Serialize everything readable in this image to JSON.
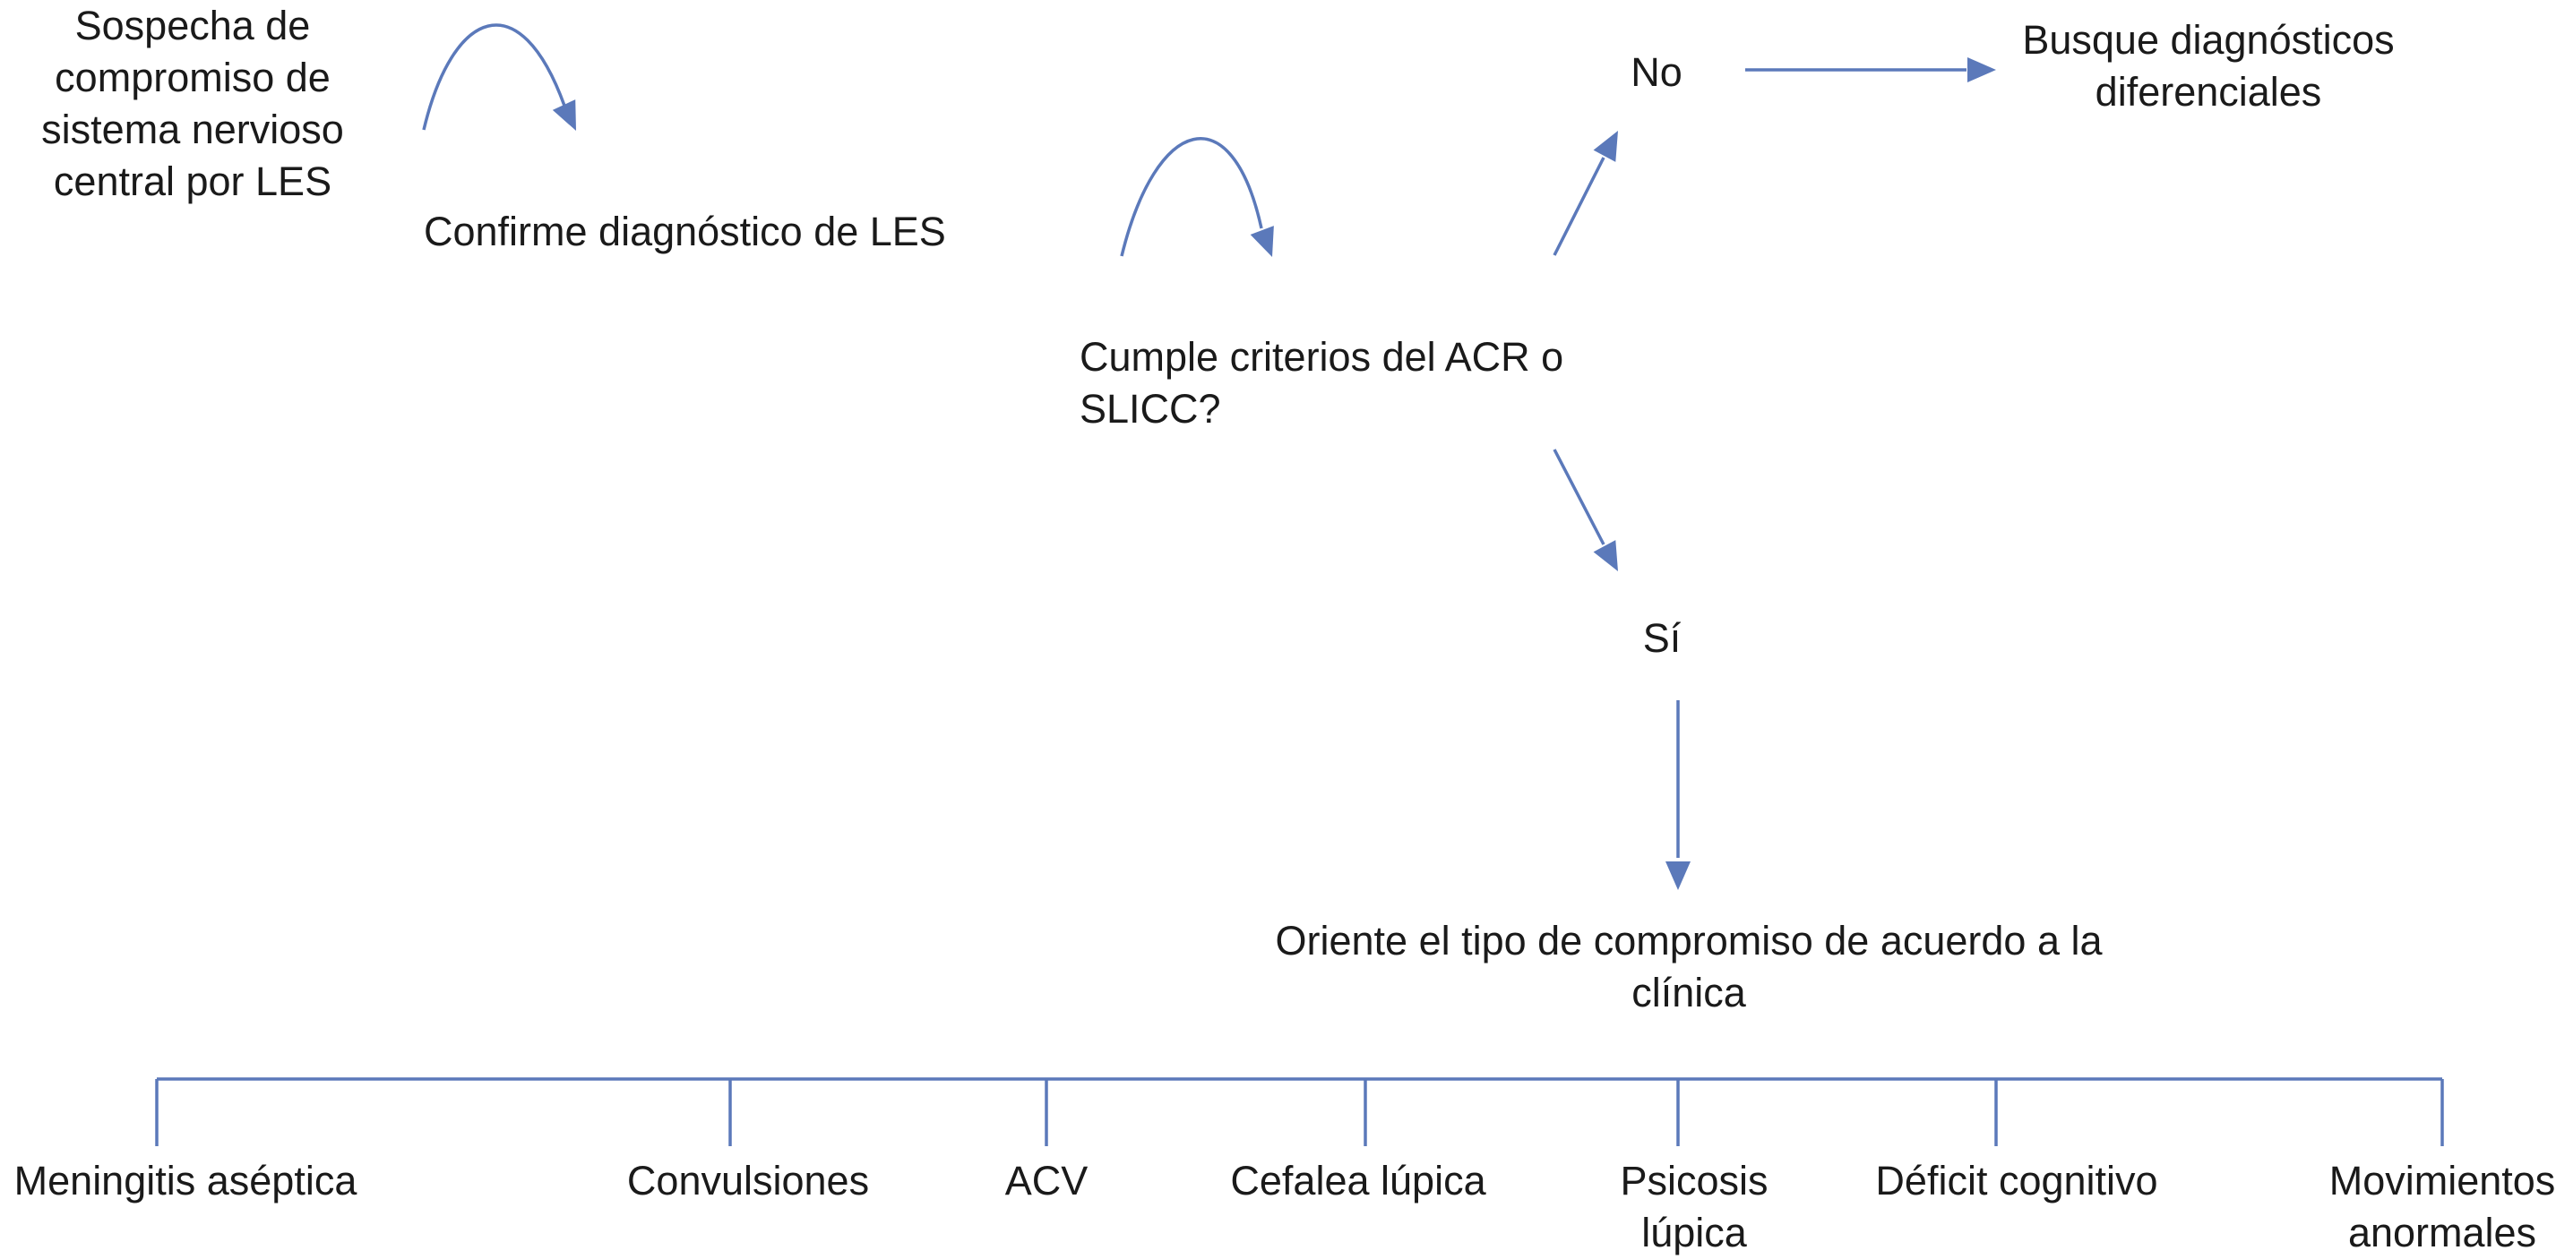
{
  "colors": {
    "arrow": "#5b79ba",
    "text": "#1a1a1a",
    "background": "#ffffff"
  },
  "nodes": {
    "suspicion": [
      "Sospecha de",
      "compromiso de",
      "sistema nervioso",
      "central por LES"
    ],
    "confirm": "Confirme diagnóstico de LES",
    "criteria": [
      "Cumple criterios del ACR o",
      "SLICC?"
    ],
    "no": "No",
    "yes": "Sí",
    "differential": [
      "Busque diagnósticos",
      "diferenciales"
    ],
    "orient": [
      "Oriente el tipo de compromiso de acuerdo a la",
      "clínica"
    ]
  },
  "categories": [
    [
      "Meningitis aséptica"
    ],
    [
      "Convulsiones"
    ],
    [
      "ACV"
    ],
    [
      "Cefalea lúpica"
    ],
    [
      "Psicosis",
      "lúpica"
    ],
    [
      "Déficit cognitivo"
    ],
    [
      "Movimientos",
      "anormales"
    ]
  ]
}
